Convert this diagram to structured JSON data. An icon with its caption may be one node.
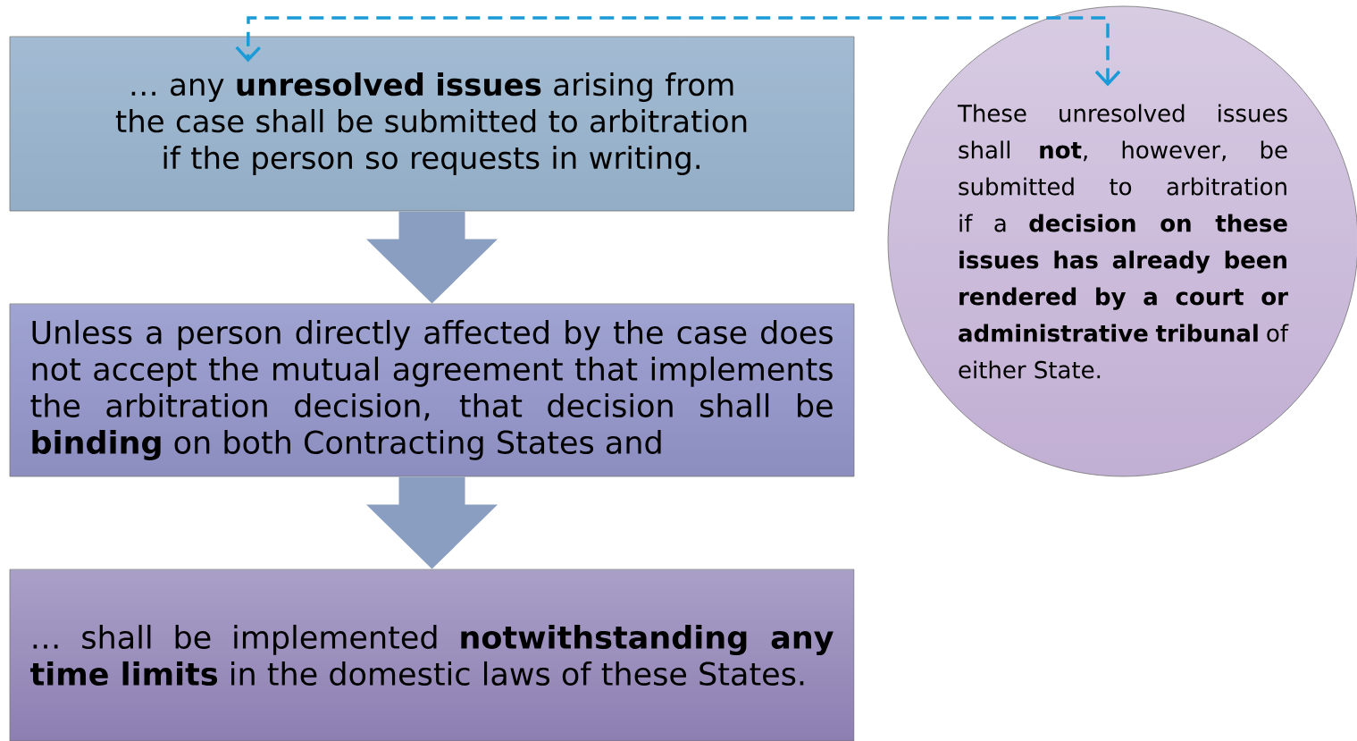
{
  "diagram": {
    "nodes": [
      {
        "text": [
          "… any **unresolved issues** arising from the case shall be submitted to arbitration if the person so requests in writing."
        ]
      },
      {
        "text": [
          "Unless a person directly affected by the case does not accept the mutual agreement that implements the arbitration decision, that decision shall be **binding** on both Contracting States and"
        ]
      },
      {
        "text": [
          "… shall be implemented **notwithstanding any time limits** in the domestic laws of these States."
        ]
      },
      {
        "text": [
          "These unresolved issues shall **not**, however, be submitted to arbitration if a **decision on these issues has already been rendered by a court or administrative tribunal** of either State."
        ]
      }
    ],
    "edges": [
      {
        "from": 0,
        "to": 1,
        "arrow": "to"
      },
      {
        "from": 1,
        "to": 2,
        "arrow": "to"
      },
      {
        "from": 3,
        "to": 0,
        "arrow": "both",
        "style": "dashed",
        "color": "#1a9bd7"
      }
    ]
  }
}
